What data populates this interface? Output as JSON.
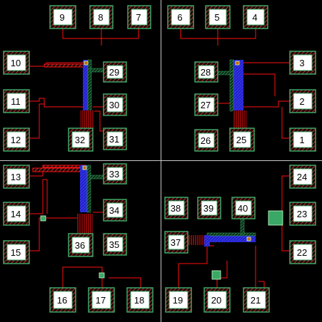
{
  "pads": [
    "1",
    "2",
    "3",
    "4",
    "5",
    "6",
    "7",
    "8",
    "9",
    "10",
    "11",
    "12",
    "13",
    "14",
    "15",
    "16",
    "17",
    "18",
    "19",
    "20",
    "21",
    "22",
    "23",
    "24",
    "25",
    "26",
    "27",
    "28",
    "29",
    "30",
    "31",
    "32",
    "33",
    "34",
    "35",
    "36",
    "37",
    "38",
    "39",
    "40"
  ],
  "colors": {
    "background": "#000000",
    "pad_hatch": "#b03030",
    "pad_border": "#3aa866",
    "pad_fill": "#ffffff",
    "wire": "#ff1010",
    "via_blue": "#2222cc",
    "via_green": "#3aa866",
    "divider": "#c8c8c8",
    "label": "#000000"
  }
}
